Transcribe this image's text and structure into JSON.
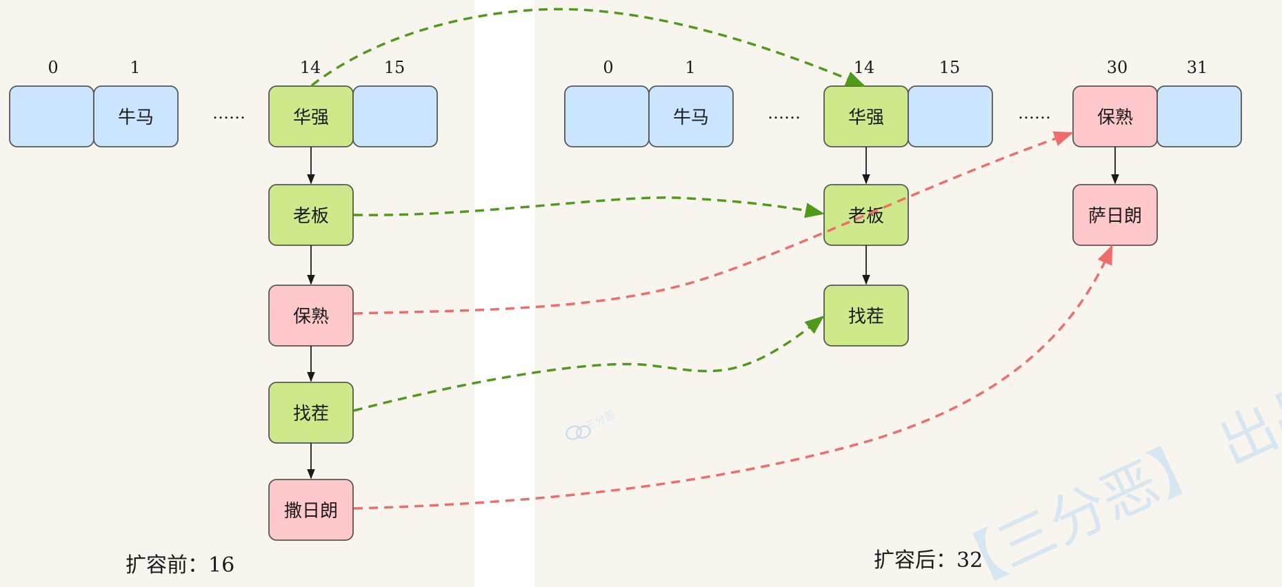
{
  "before": {
    "caption": "扩容前：16",
    "indices": [
      "0",
      "1",
      "14",
      "15"
    ],
    "slots": [
      {
        "label": ""
      },
      {
        "label": "牛马"
      },
      {
        "label": "华强"
      },
      {
        "label": ""
      }
    ],
    "ellipsis": "……",
    "chain": [
      "老板",
      "保熟",
      "找茬",
      "撒日朗"
    ]
  },
  "after": {
    "caption": "扩容后：32",
    "indices": [
      "0",
      "1",
      "14",
      "15",
      "30",
      "31"
    ],
    "slots": [
      {
        "label": ""
      },
      {
        "label": "牛马"
      },
      {
        "label": "华强"
      },
      {
        "label": ""
      },
      {
        "label": "保熟"
      },
      {
        "label": ""
      }
    ],
    "ellipsis": [
      "……",
      "……"
    ],
    "chain14": [
      "老板",
      "找茬"
    ],
    "chain30": [
      "萨日朗"
    ]
  },
  "watermark": {
    "small": "三分恶",
    "large": "【三分恶】 出品"
  },
  "colors": {
    "panel_bg": "#f8f5ee",
    "empty_slot": "#cce5ff",
    "green_node": "#cde98a",
    "red_node": "#ffc8cb",
    "stroke": "#555555",
    "green_arrow": "#4f9a1a",
    "red_arrow": "#f26b6b"
  }
}
